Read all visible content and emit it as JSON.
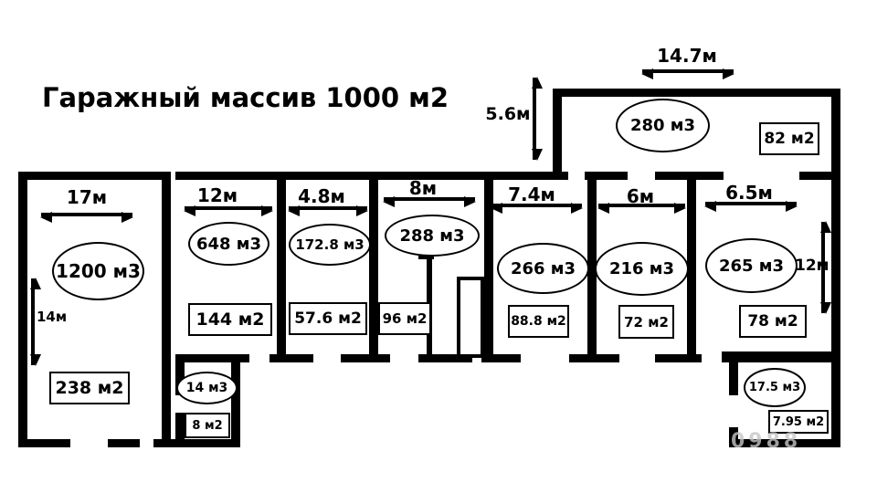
{
  "title": "Гаражный массив 1000 м2",
  "watermark": "0988",
  "rooms": [
    {
      "name": "room-1",
      "width": "17м",
      "height": "14м",
      "volume": "1200 м3",
      "area": "238 м2"
    },
    {
      "name": "room-2",
      "width": "12м",
      "volume": "648 м3",
      "area": "144 м2"
    },
    {
      "name": "room-3",
      "width": "4.8м",
      "volume": "172.8 м3",
      "area": "57.6 м2"
    },
    {
      "name": "room-4",
      "width": "8м",
      "volume": "288 м3",
      "area": "96 м2"
    },
    {
      "name": "room-5",
      "width": "7.4м",
      "volume": "266 м3",
      "area": "88.8 м2"
    },
    {
      "name": "room-6",
      "width": "6м",
      "volume": "216 м3",
      "area": "72 м2"
    },
    {
      "name": "room-7",
      "width": "6.5м",
      "height": "12м",
      "volume": "265 м3",
      "area": "78 м2"
    },
    {
      "name": "room-top",
      "width": "14.7м",
      "height": "5.6м",
      "volume": "280 м3",
      "area": "82 м2"
    },
    {
      "name": "storage-left",
      "volume": "14 м3",
      "area": "8 м2"
    },
    {
      "name": "storage-right",
      "volume": "17.5 м3",
      "area": "7.95 м2"
    }
  ]
}
